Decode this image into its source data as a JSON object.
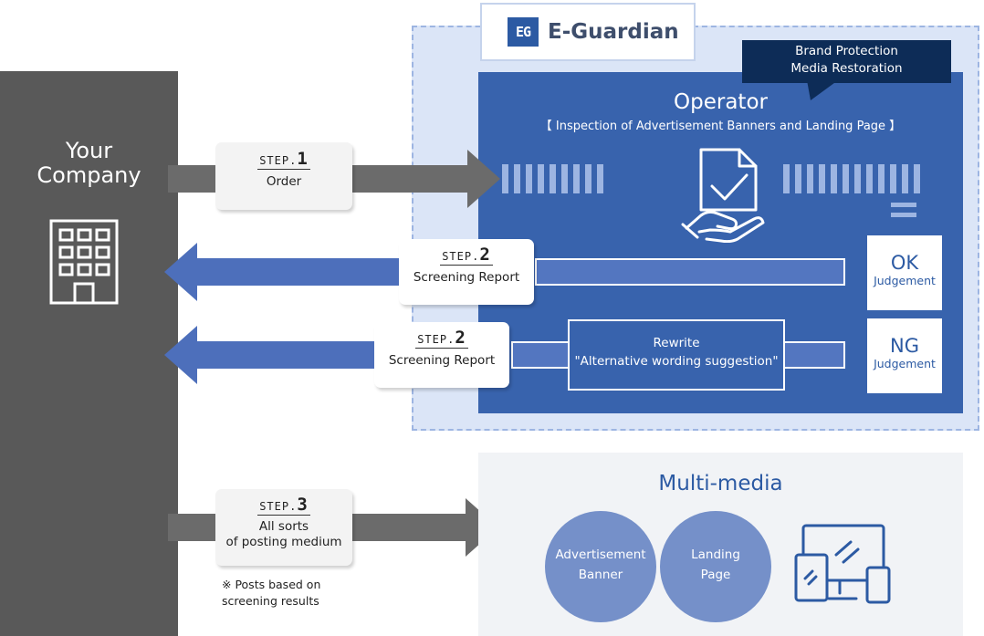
{
  "company": {
    "title_line1": "Your",
    "title_line2": "Company"
  },
  "eguardian": {
    "logo_mark": "EG",
    "logo_text": "E-Guardian",
    "bubble_line1": "Brand Protection",
    "bubble_line2": "Media Restoration",
    "operator_title": "Operator",
    "operator_subtitle": "【 Inspection of Advertisement Banners and Landing Page 】"
  },
  "steps": {
    "order": {
      "tag": "STEP.",
      "num": "1",
      "label": "Order"
    },
    "report_ok": {
      "tag": "STEP.",
      "num": "2",
      "label": "Screening Report"
    },
    "report_ng": {
      "tag": "STEP.",
      "num": "2",
      "label": "Screening Report"
    },
    "posting": {
      "tag": "STEP.",
      "num": "3",
      "label_line1": "All sorts",
      "label_line2": "of posting medium"
    }
  },
  "judgements": {
    "ok": {
      "big": "OK",
      "small": "Judgement"
    },
    "ng": {
      "big": "NG",
      "small": "Judgement"
    }
  },
  "rewrite": {
    "line1": "Rewrite",
    "line2": "\"Alternative wording suggestion\""
  },
  "multimedia": {
    "title": "Multi-media",
    "banner_line1": "Advertisement",
    "banner_line2": "Banner",
    "landing_line1": "Landing",
    "landing_line2": "Page"
  },
  "note": {
    "line1": "※ Posts based on",
    "line2": "screening results"
  },
  "colors": {
    "primary": "#3863AD",
    "dark": "#595959",
    "navy": "#0D2C57",
    "light": "#DBE5F7",
    "circle": "#7590C9"
  },
  "icons": [
    "building-icon",
    "document-check-icon",
    "devices-icon",
    "arrow-right",
    "arrow-left"
  ]
}
